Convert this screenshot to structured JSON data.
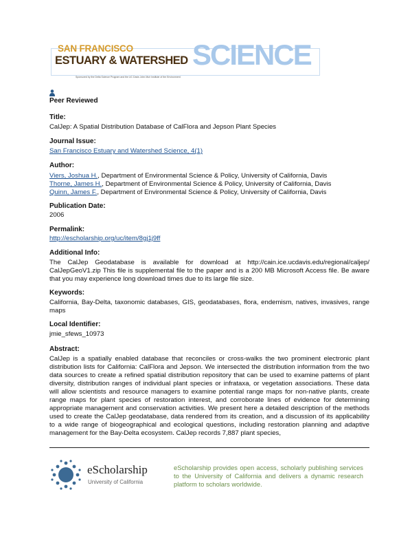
{
  "journal_logo": {
    "line1": "SAN FRANCISCO",
    "line2": "ESTUARY & WATERSHED",
    "line3": "SCIENCE",
    "sponsor": "Sponsored by the Delta Science Program and the UC Davis John Muir Institute of the Environment"
  },
  "peer_reviewed": "Peer Reviewed",
  "title": {
    "label": "Title:",
    "value": "CalJep: A Spatial Distribution Database of CalFlora and Jepson Plant Species"
  },
  "journal_issue": {
    "label": "Journal Issue:",
    "value": "San Francisco Estuary and Watershed Science, 4(1)"
  },
  "author": {
    "label": "Author:",
    "items": [
      {
        "name": "Viers, Joshua H.",
        "affiliation": ", Department of Environmental Science & Policy, University of California, Davis"
      },
      {
        "name": "Thorne, James H.",
        "affiliation": ", Department of Environmental Science & Policy, University of California, Davis"
      },
      {
        "name": "Quinn, James F.",
        "affiliation": ", Department of Environmental Science & Policy, University of California, Davis"
      }
    ]
  },
  "publication_date": {
    "label": "Publication Date:",
    "value": "2006"
  },
  "permalink": {
    "label": "Permalink:",
    "value": "http://escholarship.org/uc/item/8gj1j9ff"
  },
  "additional_info": {
    "label": "Additional Info:",
    "value": "The CalJep Geodatabase is available for download at http://cain.ice.ucdavis.edu/regional/caljep/ CalJepGeoV1.zip This file is supplemental file to the paper and is a 200 MB Microsoft Access file. Be aware that you may experience long download times due to its large file size."
  },
  "keywords": {
    "label": "Keywords:",
    "value": "California, Bay-Delta, taxonomic databases, GIS, geodatabases, flora, endemism, natives, invasives, range maps"
  },
  "local_identifier": {
    "label": "Local Identifier:",
    "value": "jmie_sfews_10973"
  },
  "abstract": {
    "label": "Abstract:",
    "value": "CalJep is a spatially enabled database that reconciles or cross-walks the two prominent electronic plant distribution lists for California: CalFlora and Jepson. We intersected the distribution information from the two data sources to create a refined spatial distribution repository that can be used to examine patterns of plant diversity, distribution ranges of individual plant species or infrataxa, or vegetation associations. These data will allow scientists and resource managers to examine potential range maps for non-native plants, create range maps for plant species of restoration interest, and corroborate lines of evidence for determining appropriate management and conservation activities. We present here a detailed description of the methods used to create the CalJep geodatabase, data rendered from its creation, and a discussion of its applicability to a wide range of biogeographical and ecological questions, including restoration planning and adaptive management for the Bay-Delta ecosystem. CalJep records 7,887 plant species,"
  },
  "footer": {
    "logo_name": "eScholarship",
    "logo_sub": "University of California",
    "text": "eScholarship provides open access, scholarly publishing services to the University of California and delivers a dynamic research platform to scholars worldwide."
  }
}
